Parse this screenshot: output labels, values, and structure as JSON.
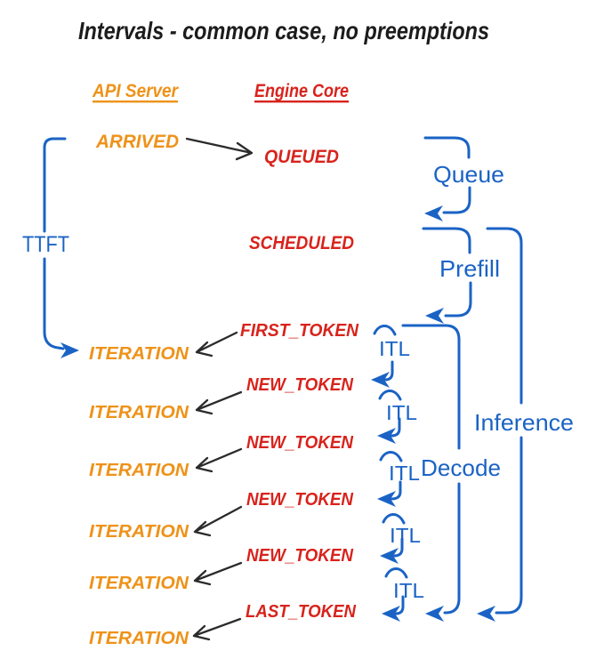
{
  "title": "Intervals - common case, no preemptions",
  "columns": {
    "api_server": "API Server",
    "engine_core": "Engine Core"
  },
  "api_server_events": {
    "arrived": "ARRIVED",
    "iterations": [
      "ITERATION",
      "ITERATION",
      "ITERATION",
      "ITERATION",
      "ITERATION",
      "ITERATION"
    ]
  },
  "engine_core_events": {
    "queued": "QUEUED",
    "scheduled": "SCHEDULED",
    "first_token": "FIRST_TOKEN",
    "new_tokens": [
      "NEW_TOKEN",
      "NEW_TOKEN",
      "NEW_TOKEN",
      "NEW_TOKEN"
    ],
    "last_token": "LAST_TOKEN"
  },
  "intervals": {
    "ttft": "TTFT",
    "queue": "Queue",
    "prefill": "Prefill",
    "decode": "Decode",
    "inference": "Inference",
    "itl": [
      "ITL",
      "ITL",
      "ITL",
      "ITL",
      "ITL"
    ]
  },
  "colors": {
    "title_text": "#1c1c1c",
    "api_orange": "#EE9219",
    "engine_red": "#D8231C",
    "interval_blue": "#1A63C5",
    "arrow_black": "#2b2b2b",
    "background": "#ffffff"
  }
}
